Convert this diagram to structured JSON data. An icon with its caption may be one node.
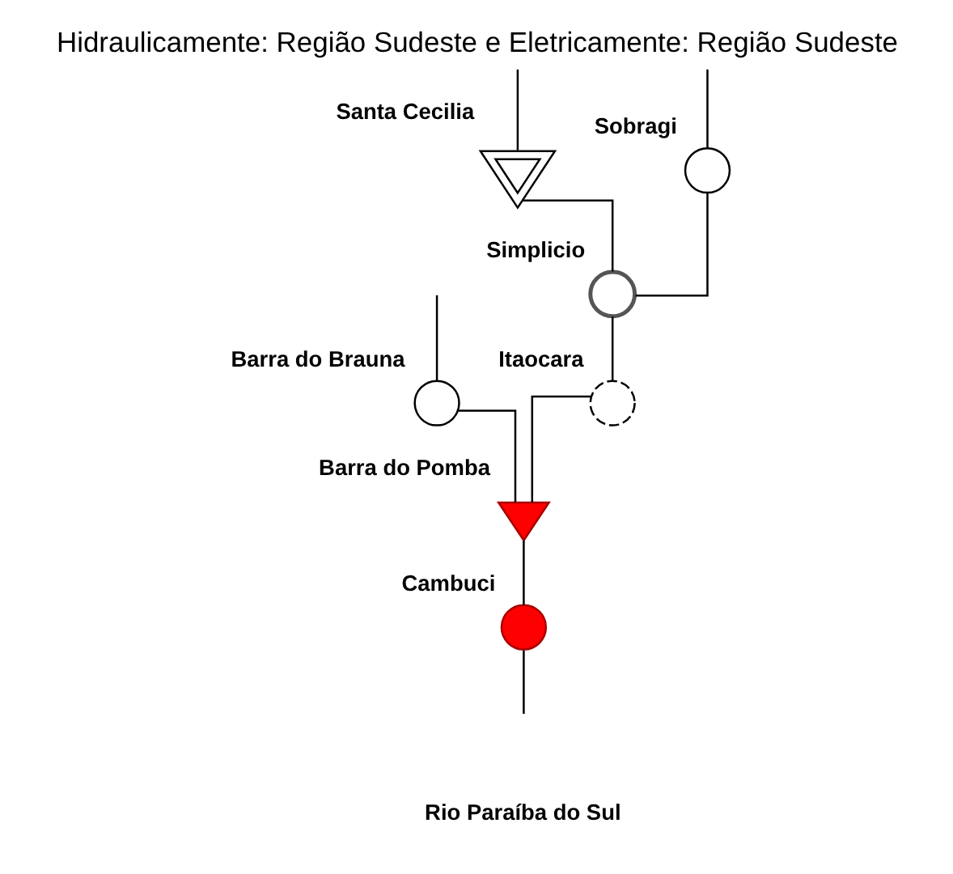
{
  "diagram": {
    "title": "Hidraulicamente: Região Sudeste e Eletricamente: Região Sudeste",
    "nodes": [
      {
        "text": [
          "Santa Cecilia"
        ]
      },
      {
        "text": [
          "Sobragi"
        ]
      },
      {
        "text": [
          "Simplicio"
        ]
      },
      {
        "text": [
          "Barra do Brauna"
        ]
      },
      {
        "text": [
          "Itaocara"
        ]
      },
      {
        "text": [
          "Barra do Pomba"
        ]
      },
      {
        "text": [
          "Cambuci"
        ]
      }
    ],
    "edges": [
      {
        "from": null,
        "to": 0,
        "arrow": "none"
      },
      {
        "from": null,
        "to": 1,
        "arrow": "none"
      },
      {
        "from": 0,
        "to": 2,
        "arrow": "none"
      },
      {
        "from": 1,
        "to": 2,
        "arrow": "none"
      },
      {
        "from": 2,
        "to": 4,
        "arrow": "none"
      },
      {
        "from": null,
        "to": 3,
        "arrow": "none"
      },
      {
        "from": 4,
        "to": 5,
        "arrow": "none"
      },
      {
        "from": 3,
        "to": 5,
        "arrow": "none"
      },
      {
        "from": 5,
        "to": 6,
        "arrow": "none"
      },
      {
        "from": 6,
        "to": null,
        "arrow": "none"
      }
    ],
    "labels": [
      "Rio Paraíba do Sul"
    ]
  }
}
